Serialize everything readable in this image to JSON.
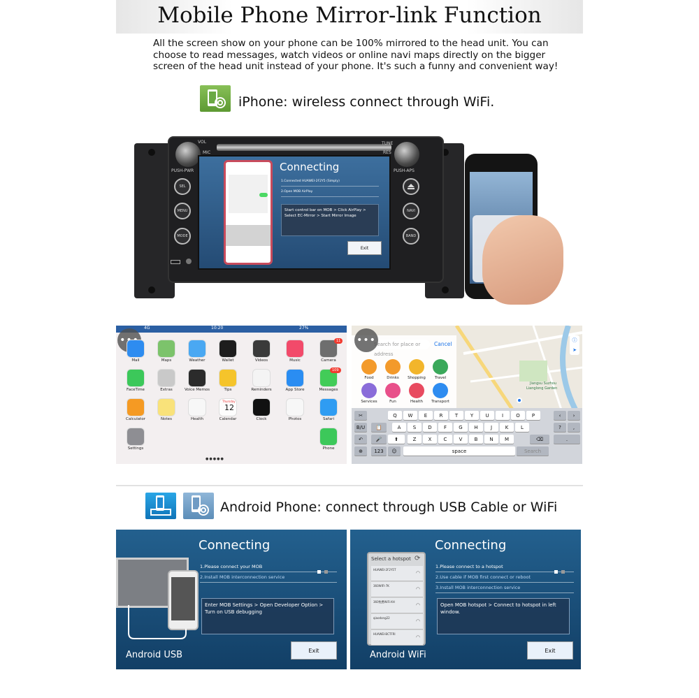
{
  "header": {
    "title": "Mobile Phone Mirror-link Function",
    "intro": "All the screen show on your phone can be 100% mirrored to the head unit. You can choose to read messages, watch videos or online navi maps directly on the bigger screen of the head unit instead of your phone. It's such a funny and convenient way!"
  },
  "iphone_section": {
    "heading": "iPhone: wireless connect through WiFi.",
    "icon": "phone-wifi-icon",
    "icon_color": "#6aa944"
  },
  "head_unit": {
    "labels": {
      "vol": "VOL",
      "tune": "TUNE",
      "mic": "MIC",
      "res": "RES",
      "push_pwr": "PUSH-PWR",
      "push_aps": "PUSH-APS",
      "sel": "SEL",
      "menu": "MENU",
      "mode": "MODE",
      "nav": "NAVI",
      "band": "BAND"
    },
    "screen": {
      "title": "Connecting",
      "steps": [
        "1.Connected HUAWEI-2F2Y5 (Simply)",
        "2.Open MOB AirPlay"
      ],
      "instruction": "Start control bar on MOB > Click AirPlay > Select EC-Mirror > Start Mirror Image",
      "exit": "Exit"
    }
  },
  "ios_home": {
    "status": {
      "carrier": "4G",
      "time": "10:20",
      "battery": "27%"
    },
    "apps": [
      {
        "label": "Mail",
        "color": "#2e8cf0"
      },
      {
        "label": "Maps",
        "color": "#7cc36b"
      },
      {
        "label": "Weather",
        "color": "#4aa8f2"
      },
      {
        "label": "Wallet",
        "color": "#1d1d1d"
      },
      {
        "label": "Videos",
        "color": "#3a3a3a"
      },
      {
        "label": "Music",
        "color": "#f24a6a"
      },
      {
        "label": "Camera",
        "color": "#6e6e6e"
      },
      {
        "label": "FaceTime",
        "color": "#3cc85a"
      },
      {
        "label": "Extras",
        "color": "#c9c9c9"
      },
      {
        "label": "Voice Memos",
        "color": "#2b2b2b"
      },
      {
        "label": "Tips",
        "color": "#f5c42b"
      },
      {
        "label": "Reminders",
        "color": "#f4f4f4"
      },
      {
        "label": "App Store",
        "color": "#2a8df2"
      },
      {
        "label": "Messages",
        "color": "#42cc58"
      },
      {
        "label": "Calculator",
        "color": "#f59a23"
      },
      {
        "label": "Notes",
        "color": "#f9e27a"
      },
      {
        "label": "Health",
        "color": "#f7f7f7"
      },
      {
        "label": "Calendar",
        "color": "#fdfdfd"
      },
      {
        "label": "Clock",
        "color": "#111111"
      },
      {
        "label": "Photos",
        "color": "#f7f7f7"
      },
      {
        "label": "Safari",
        "color": "#2f9cf2"
      },
      {
        "label": "Settings",
        "color": "#8e8e93"
      },
      {
        "label": "Phone",
        "color": "#3cc85a"
      }
    ],
    "badges": {
      "camera": "11",
      "messages": "109"
    },
    "calendar": {
      "day": "Thursday",
      "date": "12"
    }
  },
  "ios_map": {
    "search_placeholder": "Search for place or address",
    "cancel": "Cancel",
    "categories": [
      {
        "label": "Food",
        "color": "#f39a2b"
      },
      {
        "label": "Drinks",
        "color": "#f39a2b"
      },
      {
        "label": "Shopping",
        "color": "#f2b52b"
      },
      {
        "label": "Travel",
        "color": "#3aa85a"
      },
      {
        "label": "Services",
        "color": "#8a6cd9"
      },
      {
        "label": "Fun",
        "color": "#e8508a"
      },
      {
        "label": "Health",
        "color": "#e84a5f"
      },
      {
        "label": "Transport",
        "color": "#2e8cf0"
      }
    ],
    "map_labels": [
      "Jiangsu Suzhou",
      "Lianglong Garden"
    ],
    "keyboard": {
      "row1": [
        "Q",
        "W",
        "E",
        "R",
        "T",
        "Y",
        "U",
        "I",
        "O",
        "P"
      ],
      "row2": [
        "A",
        "S",
        "D",
        "F",
        "G",
        "H",
        "J",
        "K",
        "L"
      ],
      "row3": [
        "Z",
        "X",
        "C",
        "V",
        "B",
        "N",
        "M"
      ],
      "space": "space",
      "num": "123",
      "search": "Search"
    }
  },
  "android_section": {
    "heading": "Android Phone: connect through USB Cable or WiFi",
    "usb": {
      "title": "Connecting",
      "steps": [
        "1.Please connect your MOB",
        "2.Install MOB interconnection service"
      ],
      "instruction": "Enter MOB Settings > Open Developer Option > Turn on USB debugging",
      "exit": "Exit",
      "caption": "Android USB"
    },
    "wifi": {
      "title": "Connecting",
      "steps": [
        "1.Please connect to a hotspot",
        "2.Use cable if MOB first connect or reboot",
        "3.Install MOB interconnection service"
      ],
      "instruction": "Open MOB hotspot > Connect to hotspot in left window.",
      "exit": "Exit",
      "caption": "Android WiFi",
      "hotspot_title": "Select a hotspot",
      "hotspots": [
        "HUAWEI-2F2Y5T",
        "360WIFI-7K",
        "360免费WiFi-XH",
        "qiaodong22",
        "HUAWEI-BCTFRI"
      ]
    }
  }
}
